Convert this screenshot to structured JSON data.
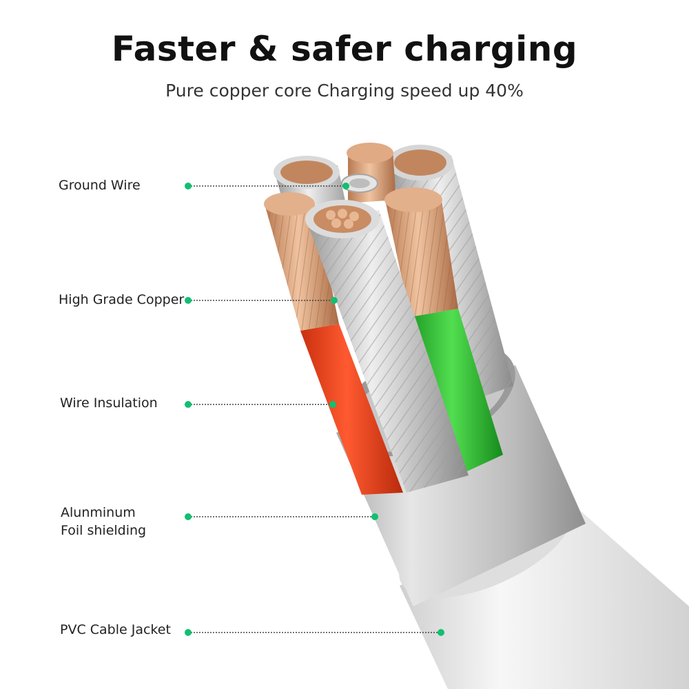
{
  "title": "Faster & safer charging",
  "subtitle": "Pure copper core Charging speed up 40%",
  "labels": {
    "ground_wire": "Ground Wire",
    "high_grade_copper": "High Grade Copper",
    "wire_insulation": "Wire Insulation",
    "aluminum_foil_line1": "Alunminum",
    "aluminum_foil_line2": "Foil shielding",
    "pvc_cable_jacket": "PVC Cable Jacket"
  },
  "colors": {
    "dot": "#10c070",
    "copper": "#d9a27a",
    "red_insulation": "#e8421e",
    "green_insulation": "#35c238",
    "jacket": "#e6e6e6"
  }
}
